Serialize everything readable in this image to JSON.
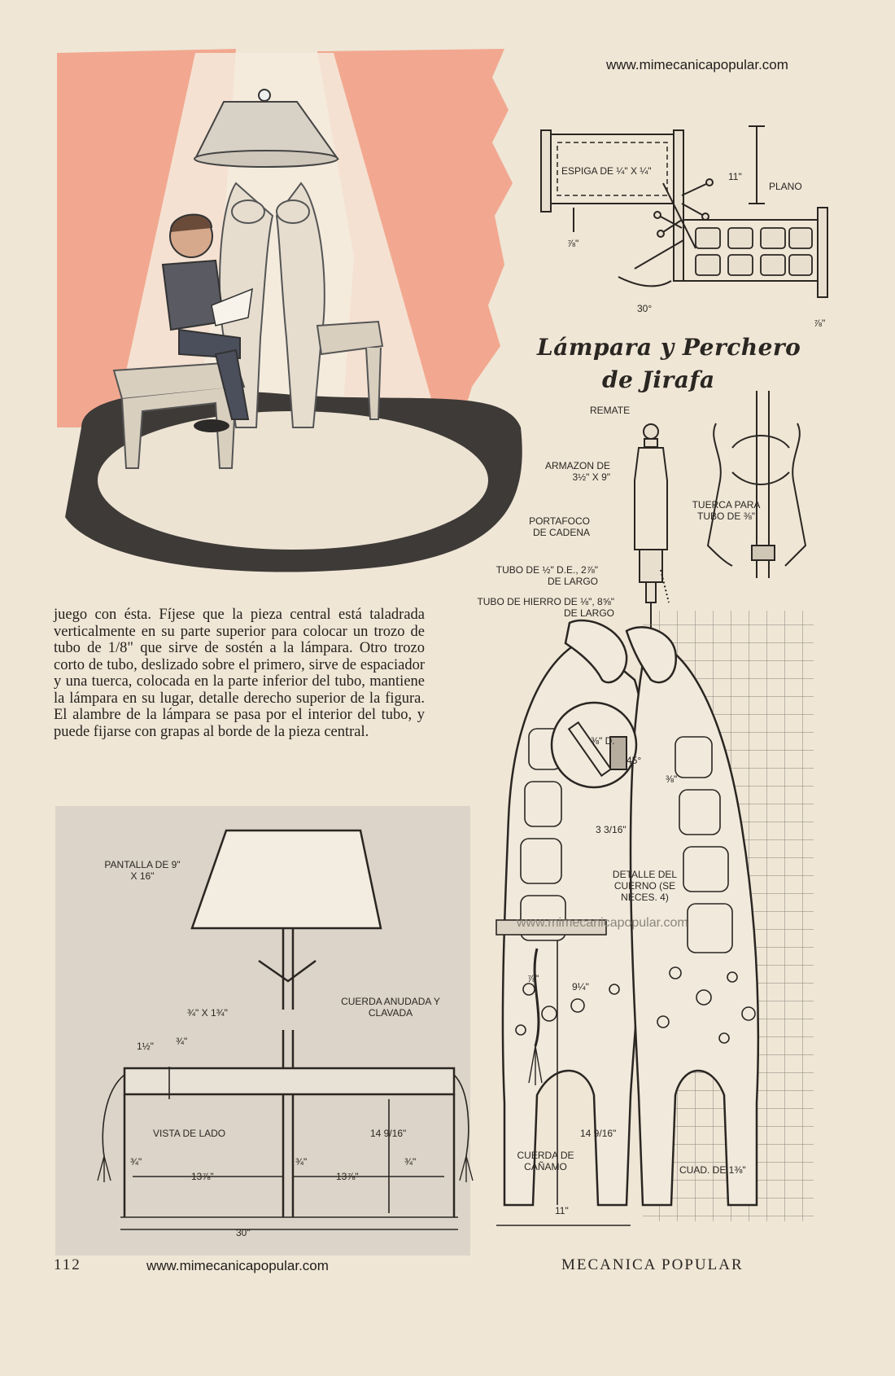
{
  "page": {
    "watermark_top": "www.mimecanicapopular.com",
    "watermark_bottom": "www.mimecanicapopular.com",
    "watermark_center": "www.mimecanicapopular.com",
    "page_number": "112",
    "magazine": "MECANICA POPULAR"
  },
  "title": {
    "line1": "Lámpara y Perchero",
    "line2": "de Jirafa"
  },
  "body_text": "juego con ésta. Fíjese que la pieza central está taladrada verticalmente en su parte superior para colocar un trozo de tubo de 1/8\" que sirve de sostén a la lámpara. Otro trozo corto de tubo, deslizado sobre el primero, sirve de espaciador y una tuerca, colocada en la parte inferior del tubo, mantiene la lámpara en su lugar, detalle derecho superior de la figura. El alambre de la lámpara se pasa por el interior del tubo, y puede fijarse con grapas al borde de la pieza central.",
  "plan_diagram": {
    "espiga": "ESPIGA DE ¼\" X ¼\"",
    "height": "11\"",
    "plano": "PLANO",
    "seven_eighths_left": "⅞\"",
    "angle": "30°",
    "seven_eighths_right": "⅞\""
  },
  "lamp_diagram": {
    "remate": "REMATE",
    "armazon": "ARMAZON DE 3½\" X 9\"",
    "portafoco": "PORTAFOCO DE CADENA",
    "tubo_half": "TUBO DE ½\" D.E., 2⅞\" DE LARGO",
    "tubo_hierro": "TUBO DE HIERRO DE ⅛\", 8⅝\" DE LARGO",
    "tuerca": "TUERCA PARA TUBO DE ⅜\""
  },
  "giraffe_diagram": {
    "hole": "⅜\" D.",
    "angle": "45°",
    "three_eighths": "⅜\"",
    "three_sixteenths": "3 3/16\"",
    "detalle": "DETALLE DEL CUERNO (SE NECES. 4)",
    "seven_eighths": "⅞\"",
    "nine_quarter": "9¼\"",
    "height": "14 9/16\"",
    "cuerda": "CUERDA DE CAÑAMO",
    "width": "11\"",
    "grid": "CUAD. DE 1⅜\""
  },
  "side_view": {
    "pantalla": "PANTALLA DE 9\" X 16\"",
    "board": "¾\" X 1¾\"",
    "cuerda": "CUERDA ANUDADA Y CLAVADA",
    "one_half": "1½\"",
    "three_quarter_top": "¾\"",
    "vista": "VISTA DE LADO",
    "height": "14 9/16\"",
    "three_quarter_left": "¾\"",
    "span_left": "13⅞\"",
    "three_quarter_mid": "¾\"",
    "span_right": "13⅞\"",
    "three_quarter_right": "¾\"",
    "total": "30\""
  }
}
